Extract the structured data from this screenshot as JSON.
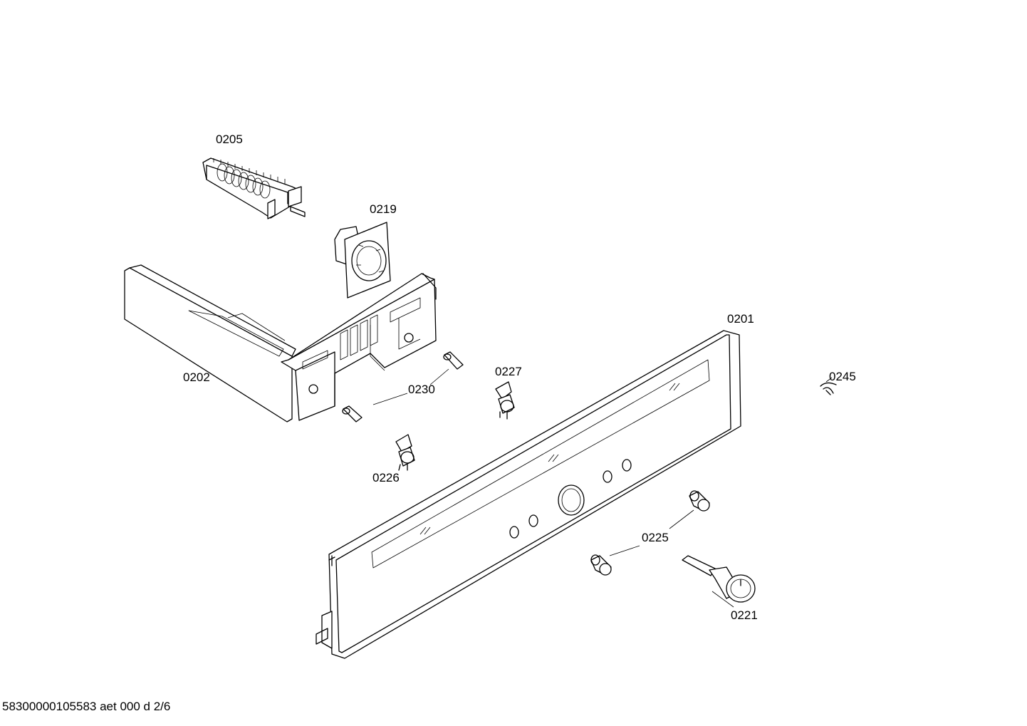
{
  "parts": [
    {
      "id": "p0205",
      "label": "0205"
    },
    {
      "id": "p0219",
      "label": "0219"
    },
    {
      "id": "p0201",
      "label": "0201"
    },
    {
      "id": "p0202",
      "label": "0202"
    },
    {
      "id": "p0230",
      "label": "0230"
    },
    {
      "id": "p0227",
      "label": "0227"
    },
    {
      "id": "p0245",
      "label": "0245"
    },
    {
      "id": "p0226",
      "label": "0226"
    },
    {
      "id": "p0225",
      "label": "0225"
    },
    {
      "id": "p0221",
      "label": "0221"
    }
  ],
  "footer": "58300000105583 aet 000 d 2/6"
}
